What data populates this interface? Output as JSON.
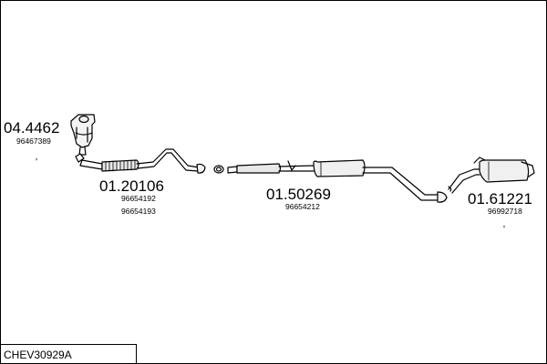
{
  "diagram": {
    "title": "CHEV30929A",
    "parts": [
      {
        "part_number": "04.4462",
        "oe_numbers": [
          "96467389"
        ]
      },
      {
        "part_number": "01.20106",
        "oe_numbers": [
          "96654192",
          "96654193"
        ]
      },
      {
        "part_number": "01.50269",
        "oe_numbers": [
          "96654212"
        ]
      },
      {
        "part_number": "01.61221",
        "oe_numbers": [
          "96992718"
        ]
      }
    ]
  }
}
